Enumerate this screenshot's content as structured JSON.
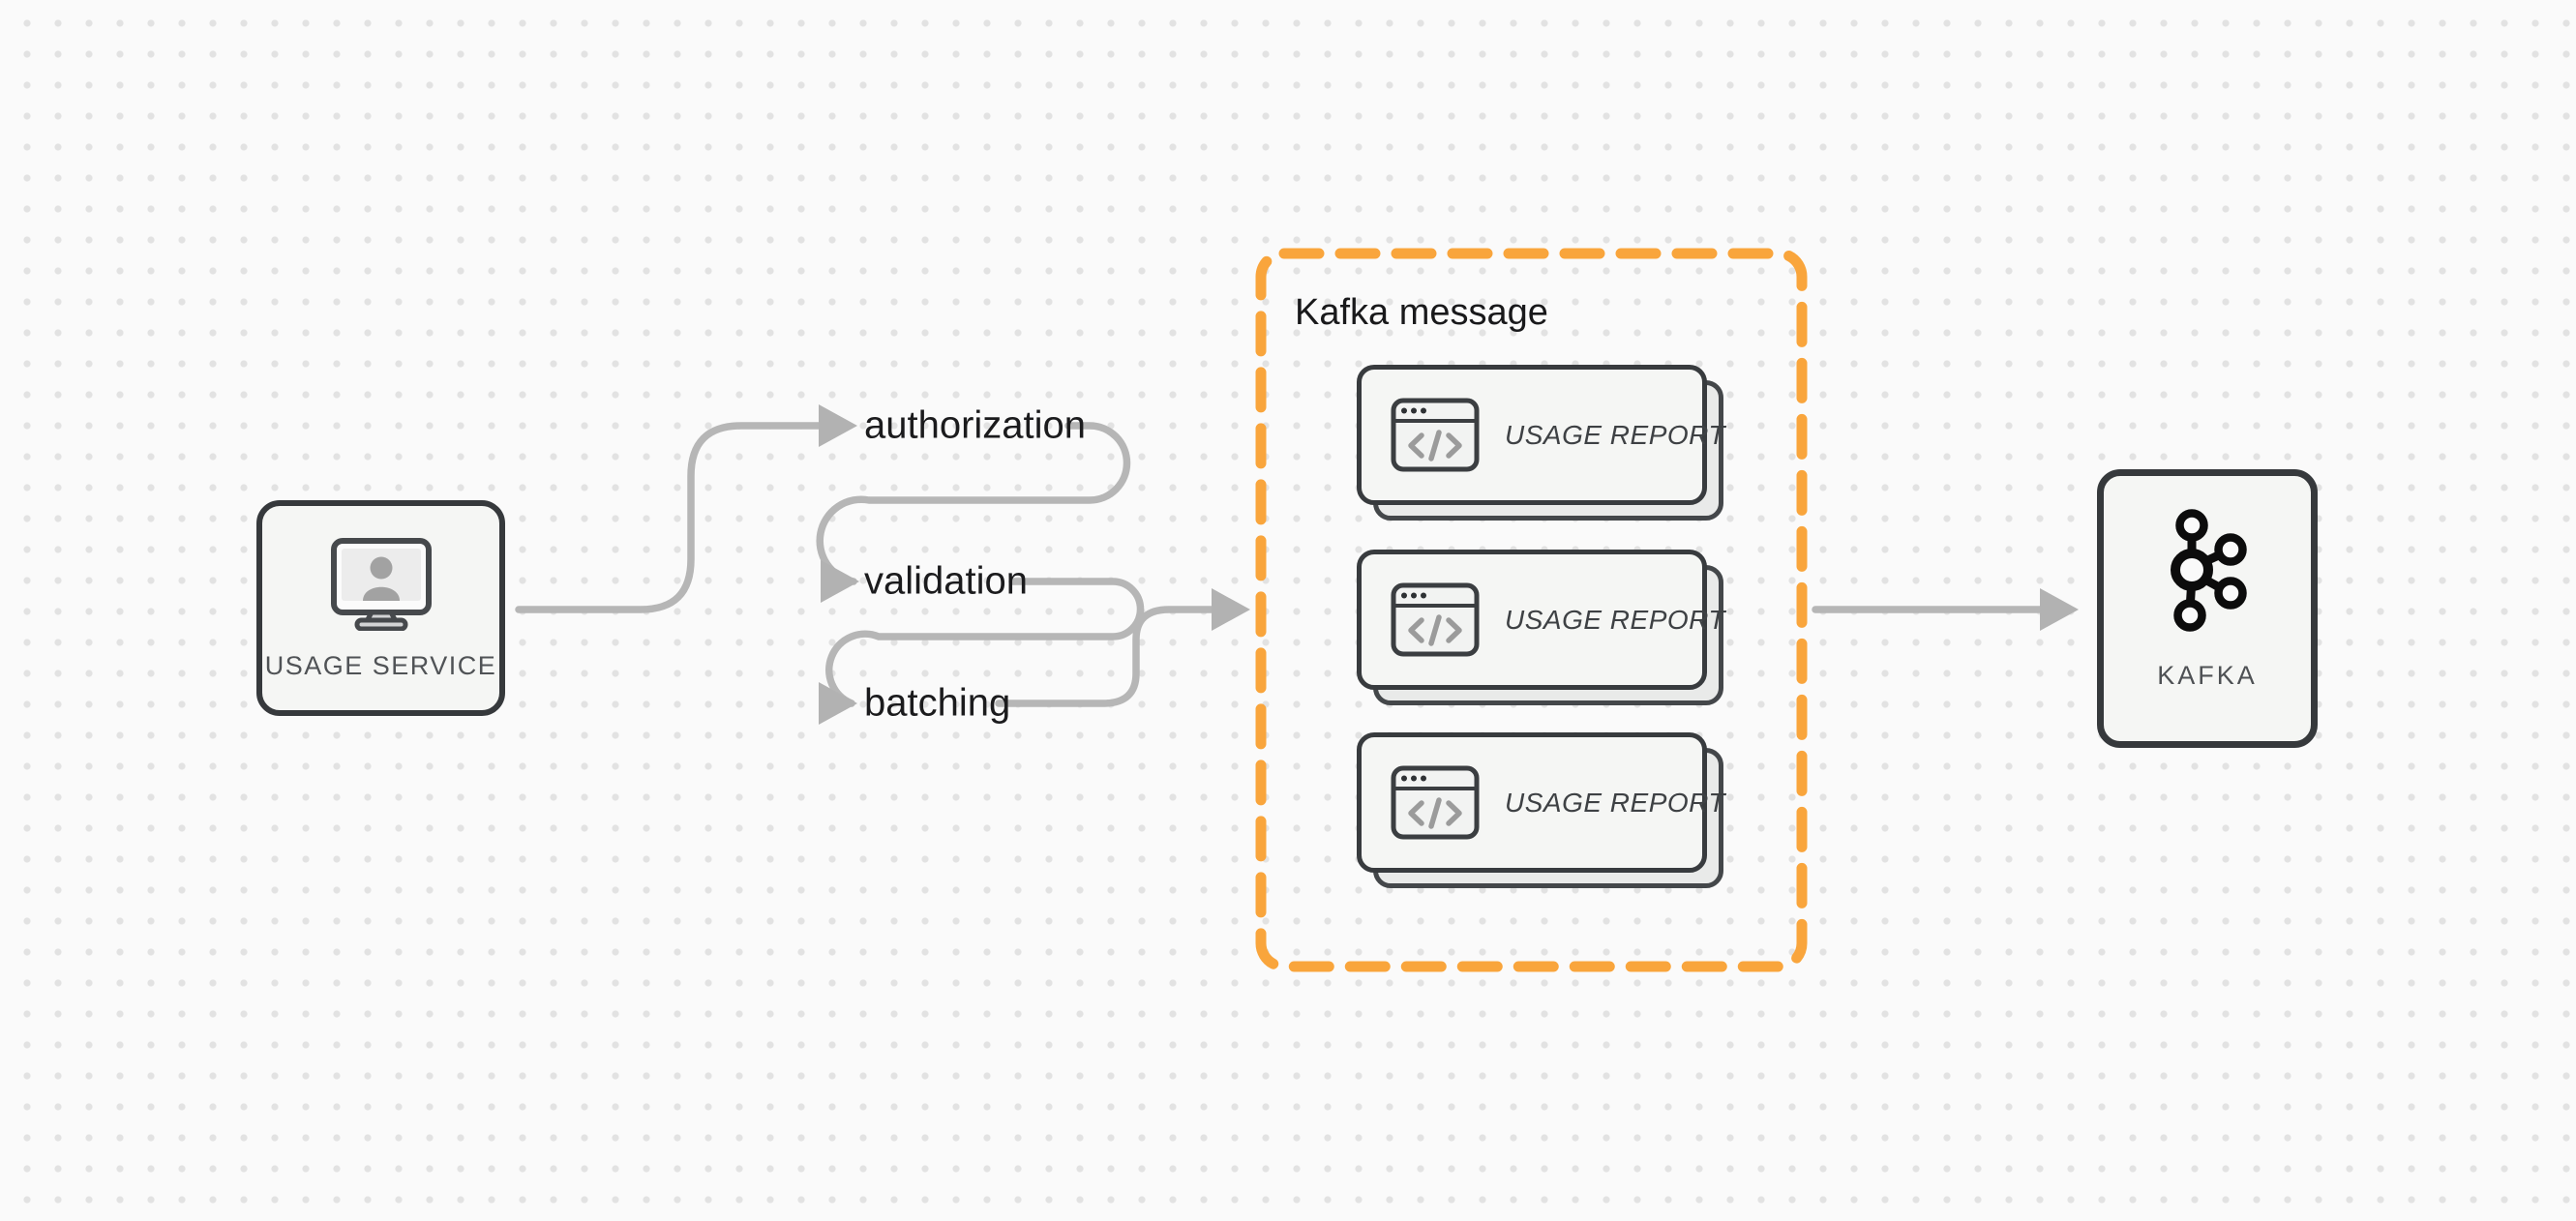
{
  "usage_service": {
    "label": "USAGE SERVICE"
  },
  "pipeline_steps": [
    {
      "label": "authorization"
    },
    {
      "label": "validation"
    },
    {
      "label": "batching"
    }
  ],
  "kafka_message_group": {
    "title": "Kafka message",
    "cards": [
      {
        "label": "USAGE REPORT"
      },
      {
        "label": "USAGE REPORT"
      },
      {
        "label": "USAGE REPORT"
      }
    ]
  },
  "kafka_node": {
    "label": "KAFKA"
  },
  "icons": {
    "usage_service": "monitor-user-icon",
    "card": "browser-code-icon",
    "kafka": "kafka-logo-icon"
  },
  "colors": {
    "background": "#fafafa",
    "dot_grid": "#e2e2e2",
    "connector_gray": "#b6b6b6",
    "node_border_dark": "#36393c",
    "node_fill": "#f5f6f4",
    "group_border_orange": "#f9a53c",
    "step_text": "#1b1b1d",
    "node_label_text": "#505356",
    "icon_gray": "#9b9b9b"
  }
}
